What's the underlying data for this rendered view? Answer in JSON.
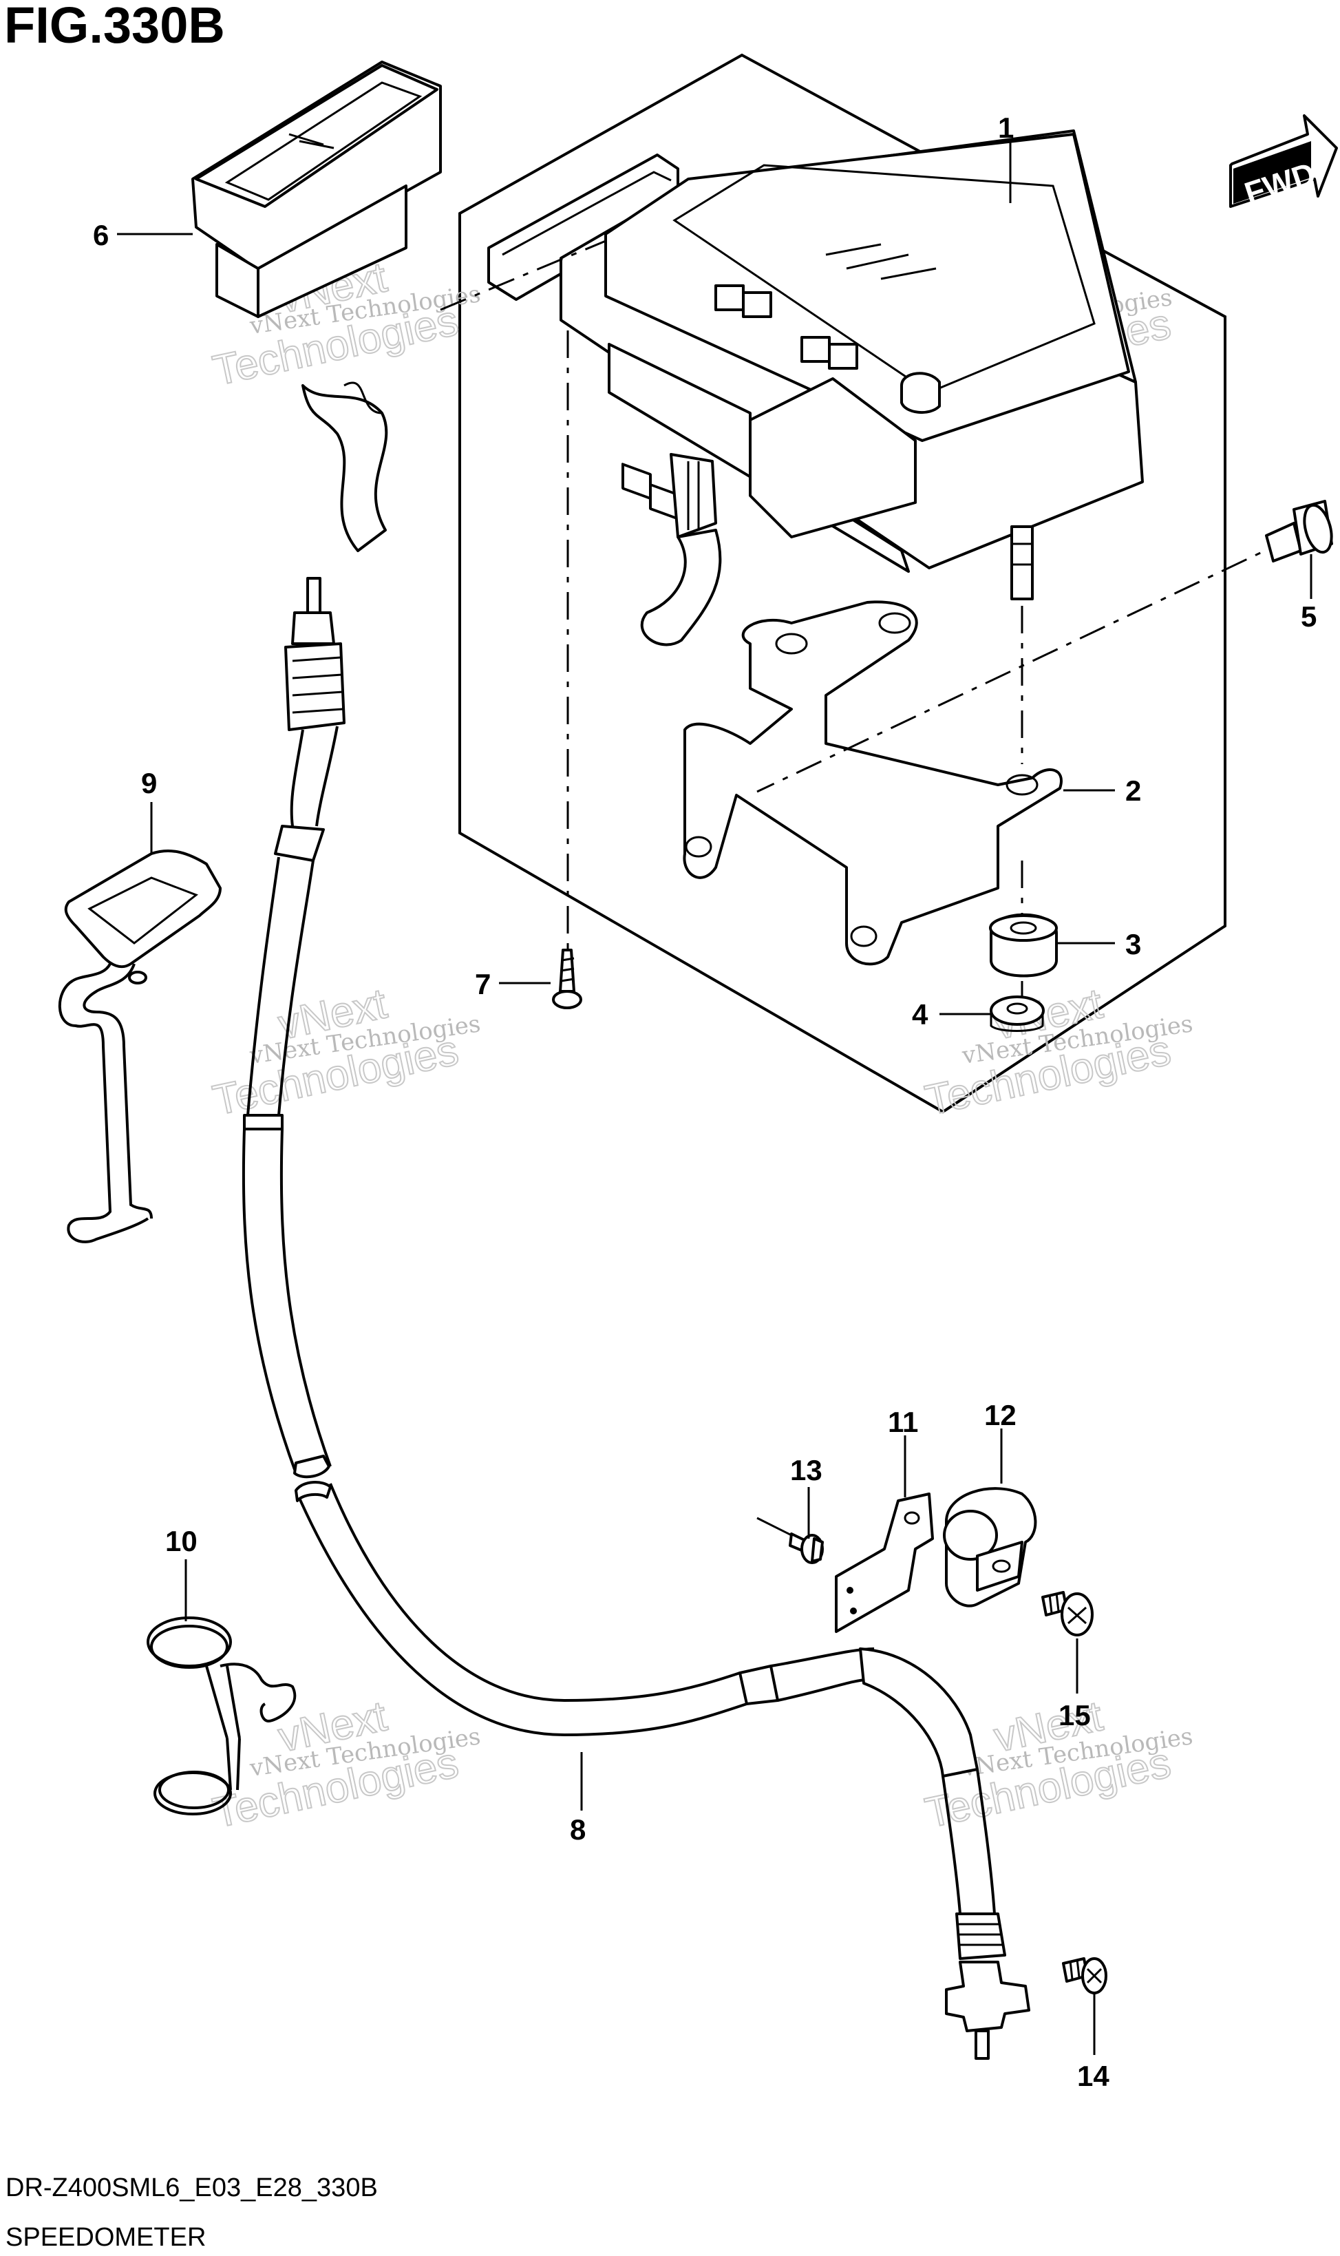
{
  "figure": {
    "title": "FIG.330B",
    "code": "DR-Z400SML6_E03_E28_330B",
    "name": "SPEEDOMETER",
    "direction_badge": "FWD"
  },
  "callouts": [
    "1",
    "2",
    "3",
    "4",
    "5",
    "6",
    "7",
    "8",
    "9",
    "10",
    "11",
    "12",
    "13",
    "14",
    "15"
  ],
  "watermark": {
    "small": "vNext Technologies",
    "large": "Technologies",
    "mark": "vNext"
  }
}
